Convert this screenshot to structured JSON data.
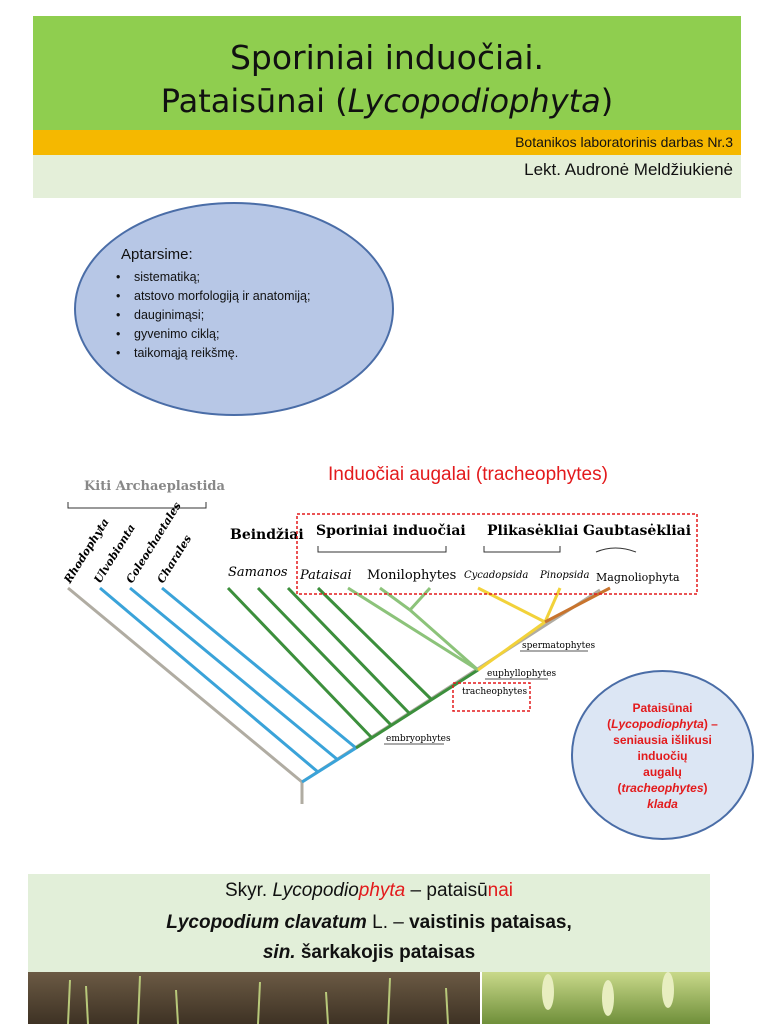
{
  "header": {
    "title_line1": "Sporiniai induočiai.",
    "title_line2_a": "Pataisūnai  (",
    "title_line2_b": "Lycopodiophyta",
    "title_line2_c": ")",
    "lab": "Botanikos laboratorinis darbas Nr.3",
    "lecturer": "Lekt. Audronė Meldžiukienė"
  },
  "aims": {
    "title": "Aptarsime:",
    "items": [
      "sistematiką;",
      "atstovo morfologiją ir anatomiją;",
      "dauginimąsi;",
      "gyvenimo ciklą;",
      "taikomąją reikšmę."
    ]
  },
  "tree": {
    "heading": "Induočiai augalai (tracheophytes)",
    "group_other": "Kiti Archaeplastida",
    "group_bryo": "Beindžiai",
    "group_spore": "Sporiniai induočiai",
    "group_gymno": "Plikasėkliai",
    "group_angio": "Gaubtasėkliai",
    "leaves": [
      "Rhodophyta",
      "Ulvobionta",
      "Coleochaetales",
      "Charales"
    ],
    "taxa": {
      "samanos": "Samanos",
      "pataisai": "Pataisai",
      "monilophytes": "Monilophytes",
      "cycad": "Cycadopsida",
      "pinop": "Pinopsida",
      "magno": "Magnoliophyta"
    },
    "nodes": {
      "sperm": "spermatophytes",
      "euphyll": "euphyllophytes",
      "trach": "tracheophytes",
      "embryo": "embryophytes"
    },
    "colors": {
      "grey": "#b0aca2",
      "blue": "#3aa3d9",
      "dark_green": "#3c8f3c",
      "light_green": "#8cc37a",
      "yellow": "#f2d23a",
      "orange": "#c8742e",
      "red": "#e31a1c"
    }
  },
  "clade_note": {
    "line1": "Pataisūnai",
    "line2a": "(",
    "line2b": "Lycopodiophyta",
    "line2c": ") –",
    "line3": "seniausia išlikusi",
    "line4": "induočių",
    "line5": "augalų",
    "line6a": "(",
    "line6b": "tracheophytes",
    "line6c": ")",
    "line7": "klada"
  },
  "species": {
    "l1_a": "Skyr. ",
    "l1_b": "Lycopodio",
    "l1_c": "phyta",
    "l1_d": " – pataisū",
    "l1_e": "nai",
    "l2_a": "Lycopodium clavatum",
    "l2_b": "  L. – ",
    "l2_c": "vaistinis pataisas,",
    "l3_a": "sin.",
    "l3_b": " šarkakojis pataisas"
  }
}
